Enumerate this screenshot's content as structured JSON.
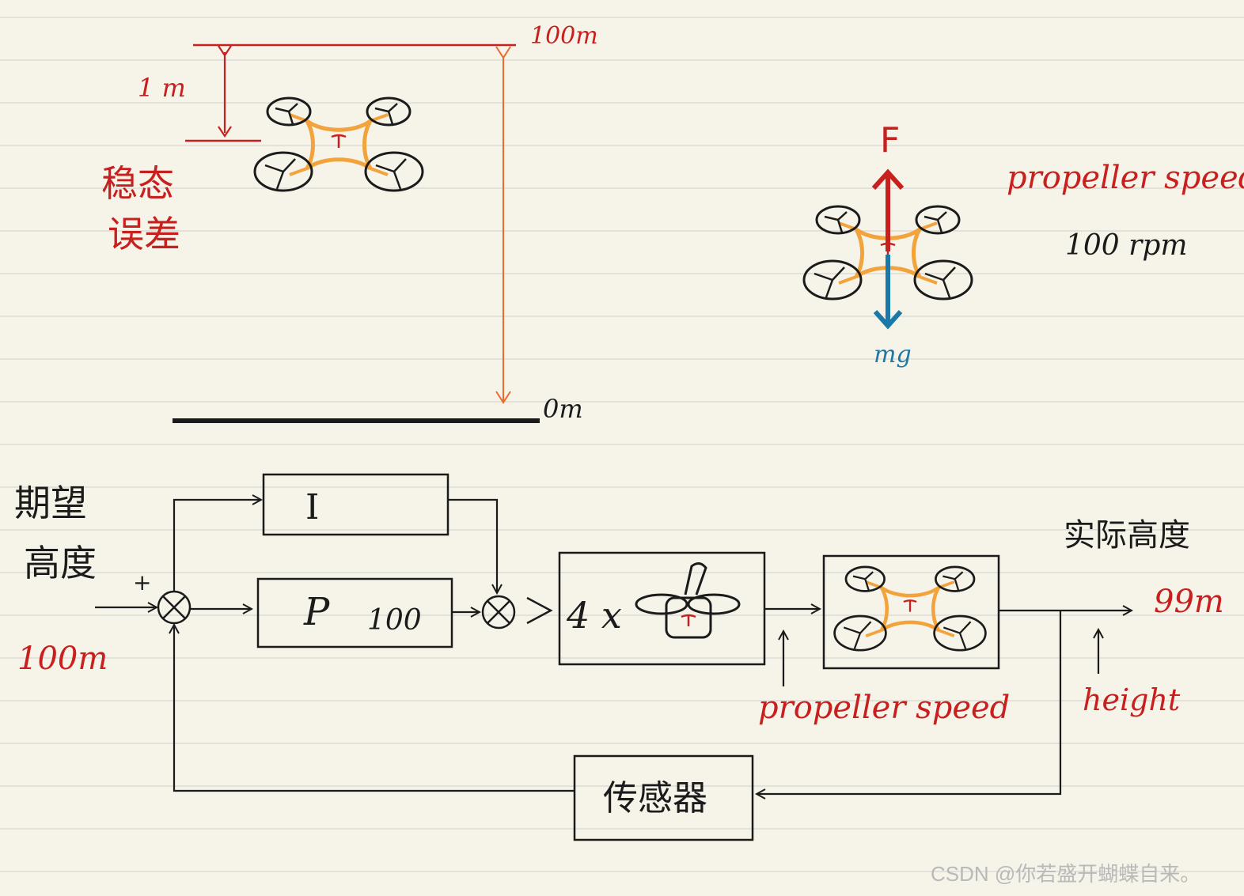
{
  "top": {
    "label_100m": "100m",
    "label_1m": "1 m",
    "label_steady_error_1": "稳态",
    "label_steady_error_2": "误差",
    "label_0m": "0m"
  },
  "forces": {
    "label_F": "F",
    "label_mg": "mg",
    "label_propeller_speed": "propeller speed",
    "label_rpm": "100 rpm"
  },
  "block_diagram": {
    "desired_height_1": "期望",
    "desired_height_2": "高度",
    "setpoint": "100m",
    "plus_sign": "+",
    "i_block": "I",
    "p_block": "P",
    "p_gain": "100",
    "motor_label": "4 x",
    "propeller_speed": "propeller speed",
    "actual_height": "实际高度",
    "output_value": "99m",
    "height_label": "height",
    "sensor": "传感器"
  },
  "watermark": "CSDN @你若盛开蝴蝶自来。",
  "colors": {
    "red": "#c8201e",
    "orange": "#ee6a2c",
    "blue": "#1a79a8",
    "drone_body": "#f2a33c",
    "line": "#1b1b1b",
    "paper": "#f6f3e8",
    "rule": "#dcdcd6"
  }
}
